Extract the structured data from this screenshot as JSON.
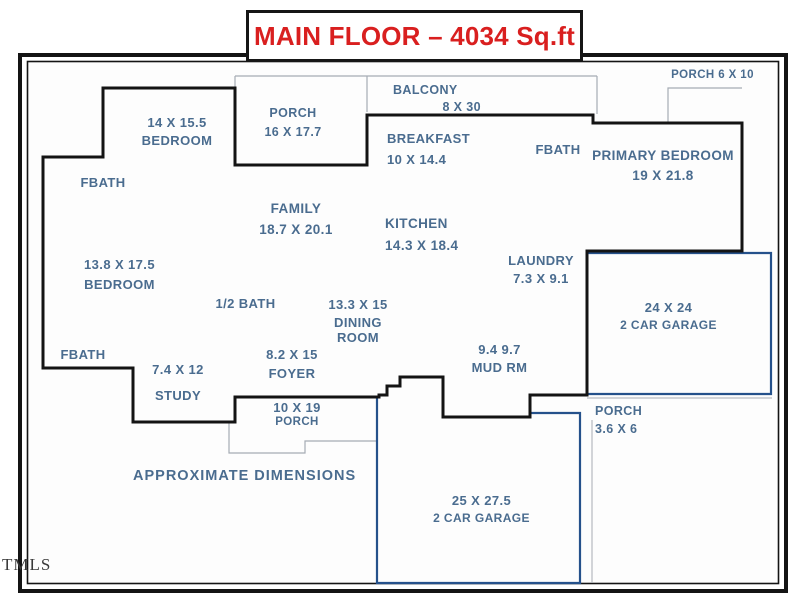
{
  "title_box": {
    "text": "MAIN FLOOR – 4034 Sq.ft"
  },
  "watermark": "TMLS",
  "note": "APPROXIMATE DIMENSIONS",
  "colors": {
    "title_red": "#d91f1f",
    "label_blue": "#4a6c8f",
    "wall_black": "#141414",
    "garage_blue": "#25518b",
    "thin_gray": "#a6acb4",
    "plan_bg": "#fdfdfd"
  },
  "labels": {
    "porch_6x10": {
      "l1": "PORCH 6 X 10"
    },
    "balcony": {
      "l1": "BALCONY",
      "l2": "8 X 30"
    },
    "porch_16": {
      "l1": "PORCH",
      "l2": "16 X 17.7"
    },
    "bedroom_14": {
      "l1": "14 X 15.5",
      "l2": "BEDROOM"
    },
    "breakfast": {
      "l1": "BREAKFAST",
      "l2": "10 X 14.4"
    },
    "fbath_top": {
      "l1": "FBATH"
    },
    "primary_bedroom": {
      "l1": "PRIMARY BEDROOM",
      "l2": "19 X 21.8"
    },
    "fbath_left": {
      "l1": "FBATH"
    },
    "family": {
      "l1": "FAMILY",
      "l2": "18.7 X 20.1"
    },
    "kitchen": {
      "l1": "KITCHEN",
      "l2": "14.3 X 18.4"
    },
    "laundry": {
      "l1": "LAUNDRY",
      "l2": "7.3 X 9.1"
    },
    "bedroom_13": {
      "l1": "13.8 X 17.5",
      "l2": "BEDROOM"
    },
    "garage_24": {
      "l1": "24 X 24",
      "l2": "2 CAR GARAGE"
    },
    "half_bath": {
      "l1": "1/2 BATH"
    },
    "dining": {
      "l1": "13.3 X 15",
      "l2": "DINING",
      "l3": "ROOM"
    },
    "fbath_bottom": {
      "l1": "FBATH"
    },
    "study": {
      "l1": "7.4 X 12",
      "l2": "STUDY"
    },
    "foyer": {
      "l1": "8.2 X 15",
      "l2": "FOYER"
    },
    "mud_room": {
      "l1": "9.4  9.7",
      "l2": "MUD RM"
    },
    "porch_10": {
      "l1": "10 X 19",
      "l2": "PORCH"
    },
    "porch_36": {
      "l1": "PORCH",
      "l2": "3.6 X 6"
    },
    "garage_25": {
      "l1": "25 X 27.5",
      "l2": "2 CAR GARAGE"
    }
  }
}
